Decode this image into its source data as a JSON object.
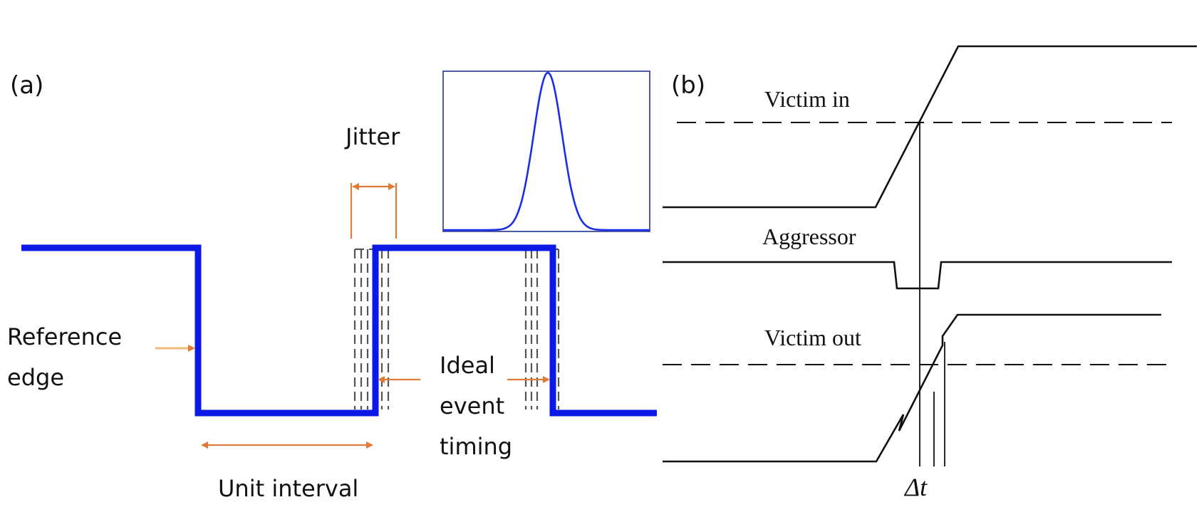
{
  "panel_a": {
    "label": "(a)",
    "jitter_label": "Jitter",
    "reference_edge_line1": "Reference",
    "reference_edge_line2": "edge",
    "ideal_line1": "Ideal",
    "ideal_line2": "event",
    "ideal_line3": "timing",
    "unit_interval_label": "Unit interval",
    "signal_color": "#0a19e6",
    "arrow_color": "#e07b39",
    "inset_curve_color": "#1a2ee8"
  },
  "panel_b": {
    "label": "(b)",
    "victim_in_label": "Victim in",
    "aggressor_label": "Aggressor",
    "victim_out_label": "Victim out",
    "delta_t_label": "Δt",
    "line_color": "#111111"
  }
}
